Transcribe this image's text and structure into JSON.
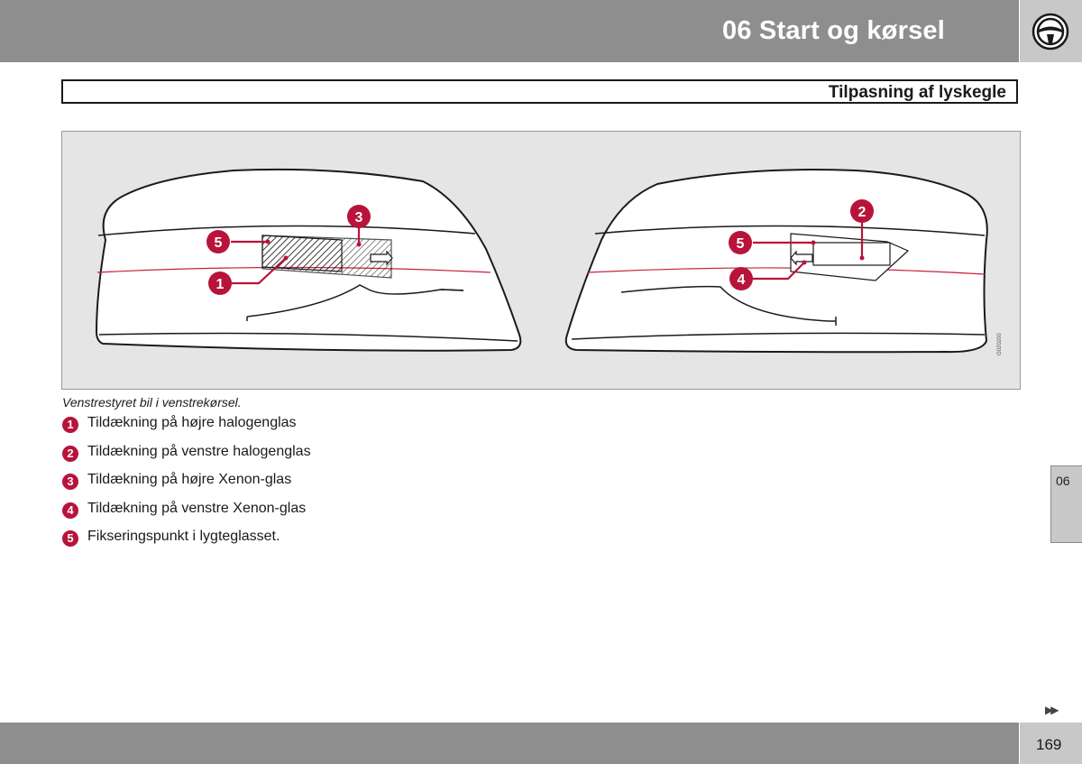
{
  "header": {
    "chapter_title": "06 Start og kørsel",
    "icon": "steering-wheel-icon",
    "section_title": "Tilpasning af lyskegle"
  },
  "figure": {
    "code": "G020200",
    "left_headlamp_labels": [
      "5",
      "3",
      "1"
    ],
    "right_headlamp_labels": [
      "2",
      "5",
      "4"
    ],
    "accent_color": "#b8133a"
  },
  "caption": "Venstrestyret bil i venstrekørsel.",
  "legend": [
    {
      "num": "1",
      "text": "Tildækning på højre halogenglas"
    },
    {
      "num": "2",
      "text": "Tildækning på venstre halogenglas"
    },
    {
      "num": "3",
      "text": "Tildækning på højre Xenon-glas"
    },
    {
      "num": "4",
      "text": "Tildækning på venstre Xenon-glas"
    },
    {
      "num": "5",
      "text": "Fikseringspunkt i lygteglasset."
    }
  ],
  "side_tab": "06",
  "next_icon": "double-arrow-right-icon",
  "page_number": "169"
}
